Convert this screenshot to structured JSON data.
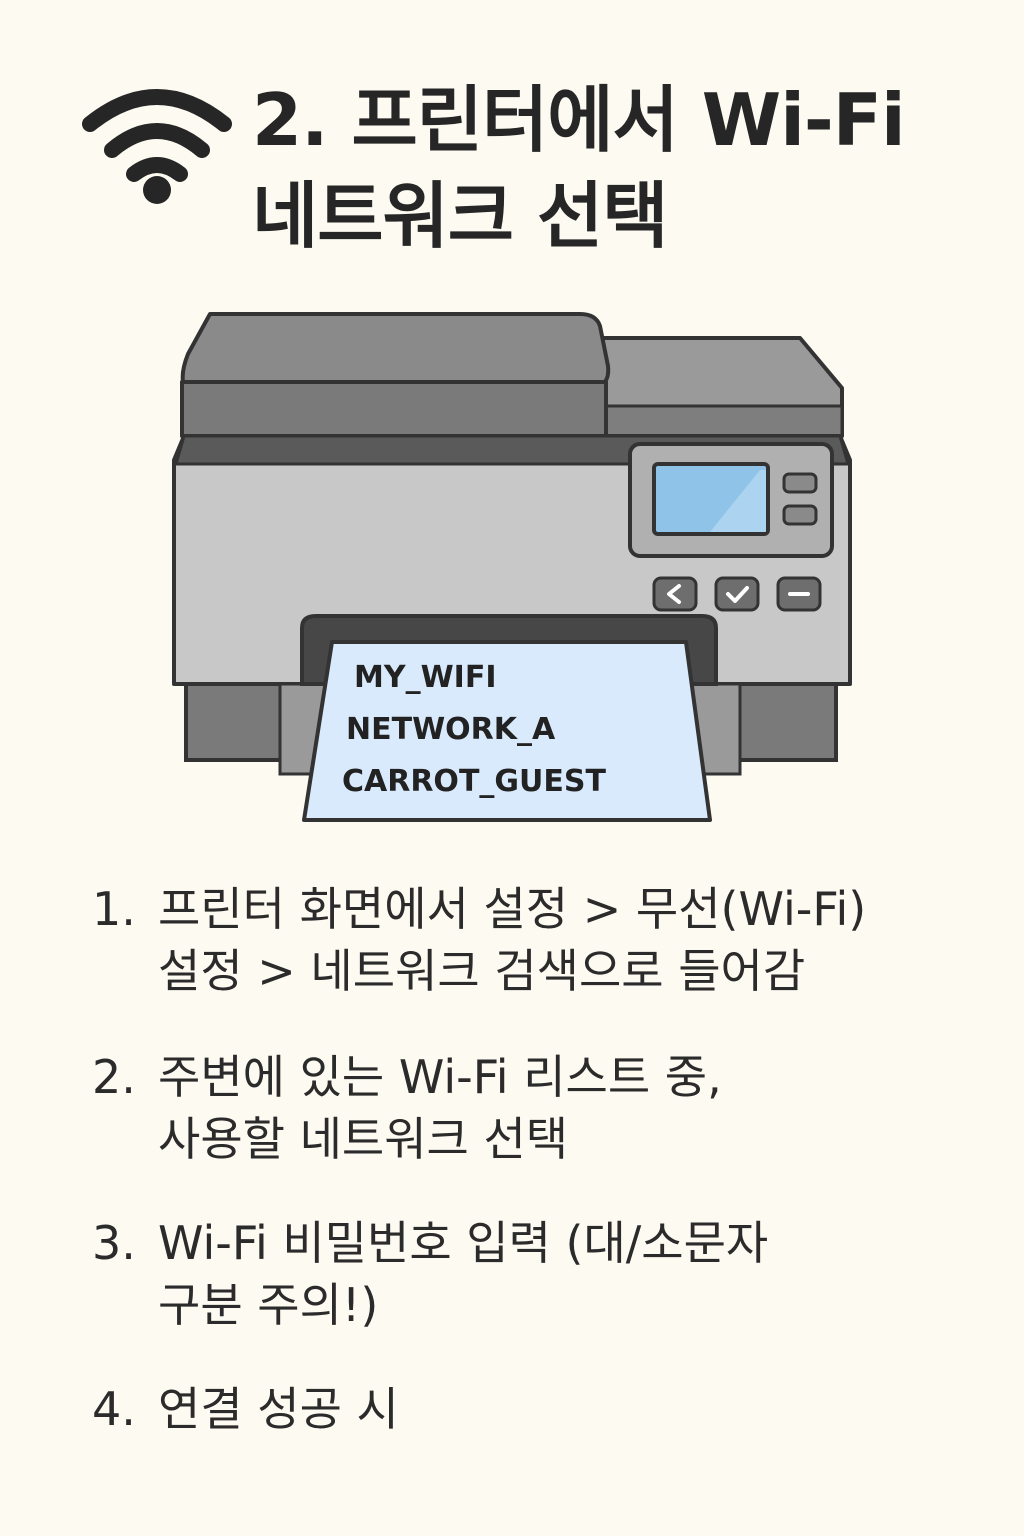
{
  "header": {
    "icon": "wifi-icon",
    "title_line1": "2. 프린터에서 Wi-Fi",
    "title_line2": "네트워크 선택"
  },
  "printer": {
    "network_list": [
      "MY_WIFI",
      "NETWORK_A",
      "CARROT_GUEST"
    ],
    "buttons": [
      "chevron-left-icon",
      "check-icon",
      "minus-icon"
    ]
  },
  "steps": [
    {
      "number": "1.",
      "line1": "프린터 화면에서 설정 > 무선(Wi-Fi)",
      "line2": "설정 > 네트워크 검색으로 들어감"
    },
    {
      "number": "2.",
      "line1": "주변에 있는 Wi-Fi 리스트 중,",
      "line2": "사용할 네트워크 선택"
    },
    {
      "number": "3.",
      "line1": "Wi-Fi 비밀번호 입력 (대/소문자",
      "line2": "구분 주의!)"
    },
    {
      "number": "4.",
      "line1": "연결 성공 시",
      "line2": ""
    }
  ],
  "colors": {
    "background": "#fdfaf1",
    "printer_body": "#c8c8c8",
    "printer_dark": "#7a7a7a",
    "screen": "#8fc3e8",
    "paper": "#d8eafc"
  }
}
